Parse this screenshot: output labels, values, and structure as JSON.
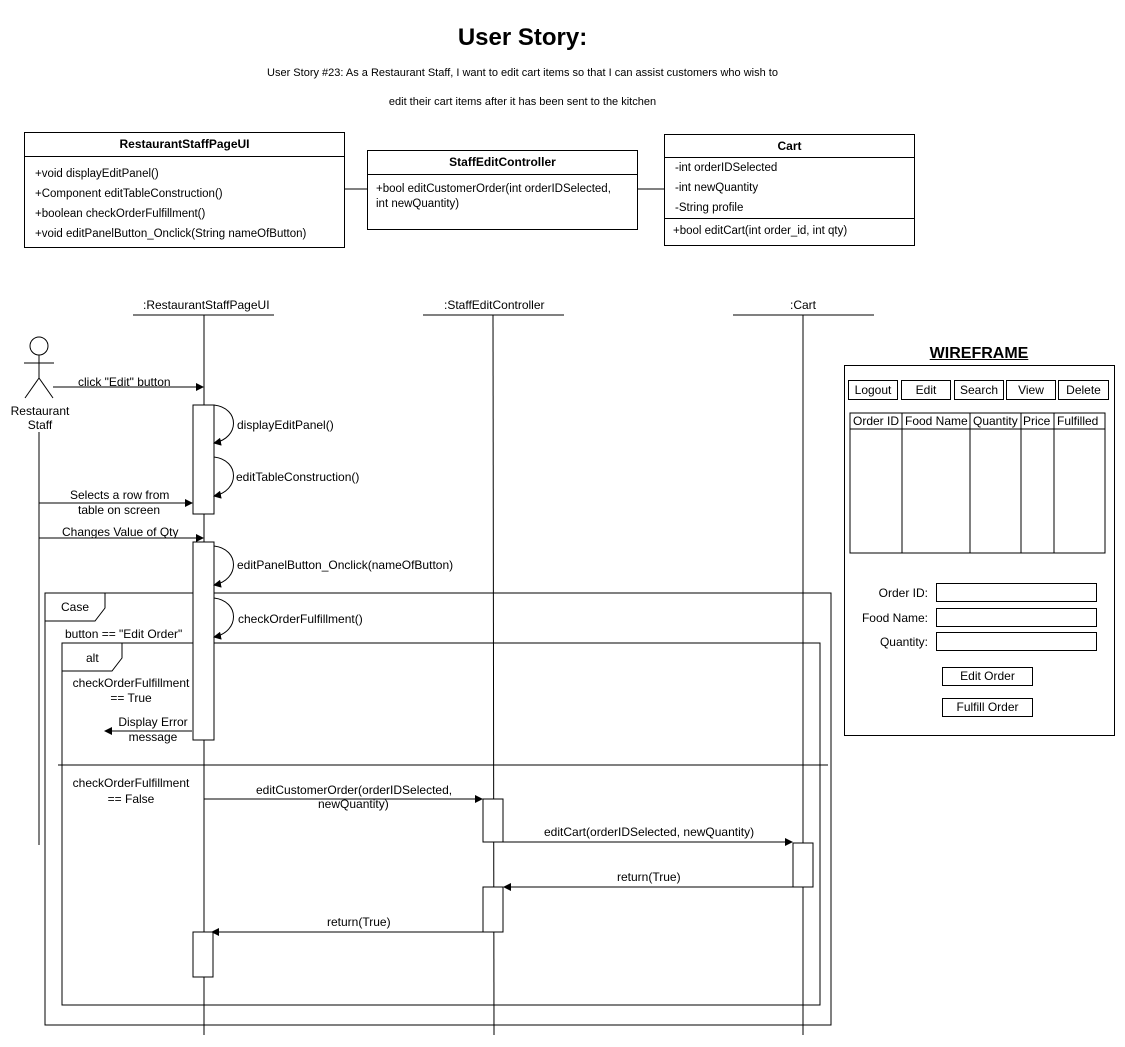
{
  "header": {
    "title": "User Story:",
    "story_line1": "User Story #23: As a Restaurant Staff, I want to edit cart items so that I can assist customers who wish to",
    "story_line2": "edit their cart items after it has been sent to the kitchen"
  },
  "classes": {
    "ui": {
      "name": "RestaurantStaffPageUI",
      "members": [
        "+void displayEditPanel()",
        "+Component editTableConstruction()",
        "+boolean checkOrderFulfillment()",
        "+void editPanelButton_Onclick(String nameOfButton)"
      ]
    },
    "controller": {
      "name": "StaffEditController",
      "members": [
        "+bool editCustomerOrder(int orderIDSelected,",
        "int newQuantity)"
      ]
    },
    "entity": {
      "name": "Cart",
      "attributes": [
        "-int orderIDSelected",
        "-int newQuantity",
        "-String profile"
      ],
      "methods": [
        "+bool editCart(int order_id, int qty)"
      ]
    }
  },
  "sequence": {
    "actor": {
      "line1": "Restaurant",
      "line2": "Staff"
    },
    "lifelines": {
      "ui": ":RestaurantStaffPageUI",
      "controller": ":StaffEditController",
      "entity": ":Cart"
    },
    "messages": {
      "click_edit": "click \"Edit\" button",
      "display_edit_panel": "displayEditPanel()",
      "edit_table_construction": "editTableConstruction()",
      "select_row_1": "Selects a row from",
      "select_row_2": "table on screen",
      "change_qty": "Changes Value of Qty",
      "edit_panel_onclick": "editPanelButton_Onclick(nameOfButton)",
      "check_fulfillment": "checkOrderFulfillment()",
      "display_error_1": "Display Error",
      "display_error_2": "message",
      "edit_customer_order_1": "editCustomerOrder(orderIDSelected,",
      "edit_customer_order_2": "newQuantity)",
      "edit_cart": "editCart(orderIDSelected, newQuantity)",
      "return_cart": "return(True)",
      "return_controller": "return(True)"
    },
    "fragments": {
      "case_label": "Case",
      "case_guard": "button == \"Edit Order\"",
      "alt_label": "alt",
      "guard_true_1": "checkOrderFulfillment",
      "guard_true_2": "== True",
      "guard_false_1": "checkOrderFulfillment",
      "guard_false_2": "== False"
    }
  },
  "wireframe": {
    "title": "WIREFRAME",
    "buttons": [
      "Logout",
      "Edit",
      "Search",
      "View",
      "Delete"
    ],
    "columns": [
      "Order ID",
      "Food Name",
      "Quantity",
      "Price",
      "Fulfilled"
    ],
    "fields": {
      "order_id": "Order ID:",
      "food_name": "Food Name:",
      "quantity": "Quantity:"
    },
    "actions": {
      "edit_order": "Edit Order",
      "fulfill_order": "Fulfill Order"
    }
  }
}
